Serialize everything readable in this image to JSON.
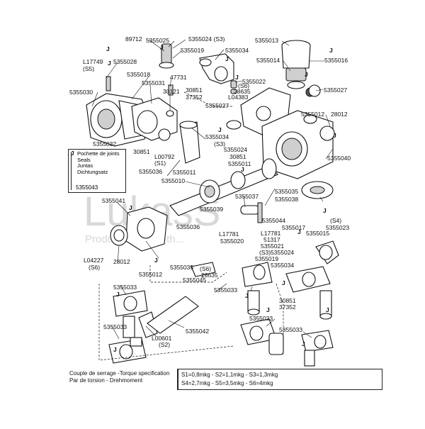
{
  "watermark": {
    "brand": "LukasS",
    "tagline": "Produkt fahrad... th..."
  },
  "legend": {
    "marker": "J",
    "lines": [
      "Pochette de joints",
      "Seals",
      "Juntas",
      "Dichtungsatz"
    ],
    "part": "5355043"
  },
  "torque": {
    "label_line1": "Couple de serrage -Torque specification",
    "label_line2": "Par de torsion - Drehmoment",
    "spec_line1": "S1=0,8mkg - S2=1,1mkg - S3=1,3mkg",
    "spec_line2": "S4=2,7mkg - S5=3,5mkg - S6=4mkg"
  },
  "labels": [
    {
      "id": "l01",
      "text": "89712"
    },
    {
      "id": "l02",
      "text": "5355025"
    },
    {
      "id": "l03",
      "text": "5355024 (S3)"
    },
    {
      "id": "l04",
      "text": "5355019"
    },
    {
      "id": "l05",
      "text": "5355034"
    },
    {
      "id": "l06",
      "text": "5355013"
    },
    {
      "id": "l07",
      "text": "5355016"
    },
    {
      "id": "l08",
      "text": "5355014"
    },
    {
      "id": "l09",
      "text": "L17749"
    },
    {
      "id": "l10",
      "text": "(S5)"
    },
    {
      "id": "l11",
      "text": "5355028"
    },
    {
      "id": "l12",
      "text": "5355018"
    },
    {
      "id": "l13",
      "text": "47731"
    },
    {
      "id": "l14",
      "text": "5355031"
    },
    {
      "id": "l15",
      "text": "5355030"
    },
    {
      "id": "l16",
      "text": "30121"
    },
    {
      "id": "l17",
      "text": "5355022"
    },
    {
      "id": "l18",
      "text": "30851"
    },
    {
      "id": "l19",
      "text": "(S6)"
    },
    {
      "id": "l20",
      "text": "28635"
    },
    {
      "id": "l21",
      "text": "37352"
    },
    {
      "id": "l22",
      "text": "L04383"
    },
    {
      "id": "l23",
      "text": "5355027"
    },
    {
      "id": "l24",
      "text": "5355027"
    },
    {
      "id": "l25",
      "text": "5355012"
    },
    {
      "id": "l26",
      "text": "28012"
    },
    {
      "id": "l27",
      "text": "5355034"
    },
    {
      "id": "l28",
      "text": "5355032"
    },
    {
      "id": "l29",
      "text": "(S3)"
    },
    {
      "id": "l30",
      "text": "5355024"
    },
    {
      "id": "l31",
      "text": "30851"
    },
    {
      "id": "l32",
      "text": "L00792"
    },
    {
      "id": "l33",
      "text": "(S1)"
    },
    {
      "id": "l34",
      "text": "30851"
    },
    {
      "id": "l35",
      "text": "5355011"
    },
    {
      "id": "l36",
      "text": "5355040"
    },
    {
      "id": "l37",
      "text": "5355036"
    },
    {
      "id": "l38",
      "text": "5355011"
    },
    {
      "id": "l39",
      "text": "5355010"
    },
    {
      "id": "l40",
      "text": "5355035"
    },
    {
      "id": "l41",
      "text": "5355038"
    },
    {
      "id": "l42",
      "text": "5355037"
    },
    {
      "id": "l43",
      "text": "5355041"
    },
    {
      "id": "l44",
      "text": "5355039"
    },
    {
      "id": "l45",
      "text": "(S4)"
    },
    {
      "id": "l46",
      "text": "5355023"
    },
    {
      "id": "l47",
      "text": "5355044"
    },
    {
      "id": "l48",
      "text": "5355017"
    },
    {
      "id": "l49",
      "text": "5355015"
    },
    {
      "id": "l50",
      "text": "5355036"
    },
    {
      "id": "l51",
      "text": "L17781"
    },
    {
      "id": "l52",
      "text": "5355020"
    },
    {
      "id": "l53",
      "text": "L17781"
    },
    {
      "id": "l54",
      "text": "51317"
    },
    {
      "id": "l55",
      "text": "5355021"
    },
    {
      "id": "l56",
      "text": "(S3)5355024"
    },
    {
      "id": "l57",
      "text": "5355019"
    },
    {
      "id": "l58",
      "text": "L04227"
    },
    {
      "id": "l59",
      "text": "(S6)"
    },
    {
      "id": "l60",
      "text": "28012"
    },
    {
      "id": "l61",
      "text": "5355012"
    },
    {
      "id": "l62",
      "text": "5355035"
    },
    {
      "id": "l63",
      "text": "(S6)"
    },
    {
      "id": "l64",
      "text": "28635"
    },
    {
      "id": "l65",
      "text": "5355045"
    },
    {
      "id": "l66",
      "text": "5355034"
    },
    {
      "id": "l67",
      "text": "5355033"
    },
    {
      "id": "l68",
      "text": "5355033"
    },
    {
      "id": "l69",
      "text": "30851"
    },
    {
      "id": "l70",
      "text": "37352"
    },
    {
      "id": "l71",
      "text": "5355033"
    },
    {
      "id": "l72",
      "text": "5355033"
    },
    {
      "id": "l73",
      "text": "5355042"
    },
    {
      "id": "l74",
      "text": "5355033"
    },
    {
      "id": "l75",
      "text": "L00601"
    },
    {
      "id": "l76",
      "text": "(S2)"
    }
  ],
  "seal_markers": [
    "J",
    "J",
    "J",
    "J",
    "J",
    "J",
    "J",
    "J",
    "J",
    "J",
    "J",
    "J",
    "J",
    "J",
    "J",
    "J",
    "J",
    "J",
    "J",
    "J",
    "J"
  ]
}
